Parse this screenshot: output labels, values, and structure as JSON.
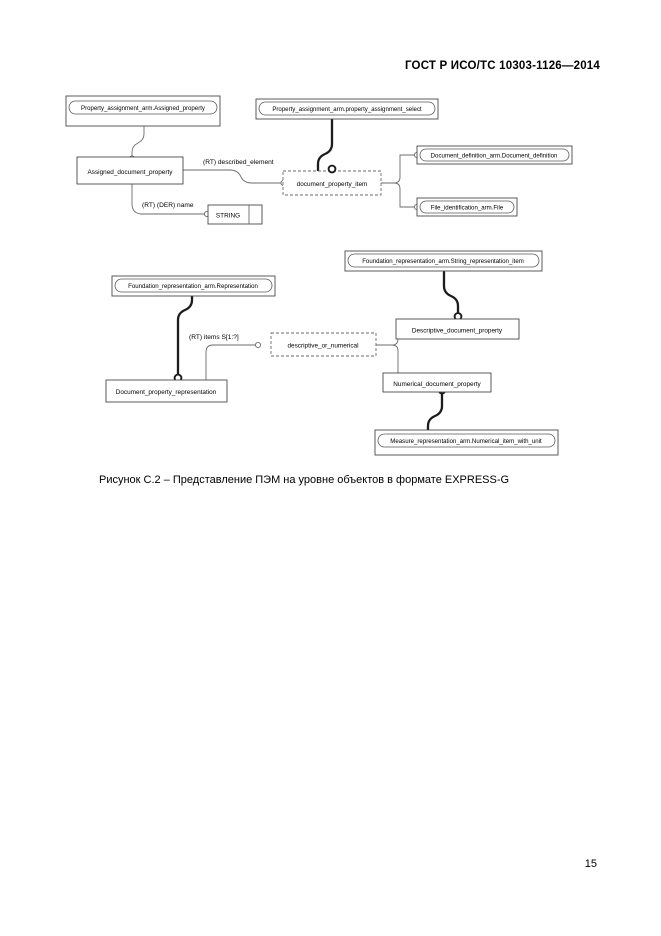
{
  "document": {
    "header": "ГОСТ Р ИСО/ТС 10303-1126—2014",
    "page_number": "15",
    "caption": "Рисунок С.2 –  Представление ПЭМ на уровне объектов в формате EXPRESS-G"
  },
  "diagram": {
    "type": "EXPRESS-G entity-level schema diagram",
    "nodes": [
      {
        "id": "property_assignment_arm_assigned_property",
        "label": "Property_assignment_arm.Assigned_property",
        "style": "rounded-in-box"
      },
      {
        "id": "property_assignment_arm_property_assignment_select",
        "label": "Property_assignment_arm.property_assignment_select",
        "style": "rounded-in-box"
      },
      {
        "id": "assigned_document_property",
        "label": "Assigned_document_property",
        "style": "plain-box"
      },
      {
        "id": "document_property_item",
        "label": "document_property_item",
        "style": "dashed-box"
      },
      {
        "id": "document_definition_arm_document_definition",
        "label": "Document_definition_arm.Document_definition",
        "style": "rounded-in-box"
      },
      {
        "id": "file_identification_arm_file",
        "label": "File_identification_arm.File",
        "style": "rounded-in-box"
      },
      {
        "id": "string",
        "label": "STRING",
        "style": "plain-box-split"
      },
      {
        "id": "foundation_representation_arm_string_representation_item",
        "label": "Foundation_representation_arm.String_representation_item",
        "style": "rounded-in-box"
      },
      {
        "id": "foundation_representation_arm_representation",
        "label": "Foundation_representation_arm.Representation",
        "style": "rounded-in-box"
      },
      {
        "id": "descriptive_document_property",
        "label": "Descriptive_document_property",
        "style": "plain-box"
      },
      {
        "id": "document_property_representation",
        "label": "Document_property_representation",
        "style": "plain-box"
      },
      {
        "id": "descriptive_or_numerical",
        "label": "descriptive_or_numerical",
        "style": "dashed-box"
      },
      {
        "id": "numerical_document_property",
        "label": "Numerical_document_property",
        "style": "plain-box"
      },
      {
        "id": "measure_representation_arm_numerical_item_with_unit",
        "label": "Measure_representation_arm.Numerical_item_with_unit",
        "style": "rounded-in-box"
      }
    ],
    "edge_labels": [
      {
        "id": "described_element",
        "text": "(RT) described_element"
      },
      {
        "id": "der_name",
        "text": "(RT) (DER) name"
      },
      {
        "id": "items",
        "text": "(RT) items S[1:?]"
      }
    ]
  }
}
